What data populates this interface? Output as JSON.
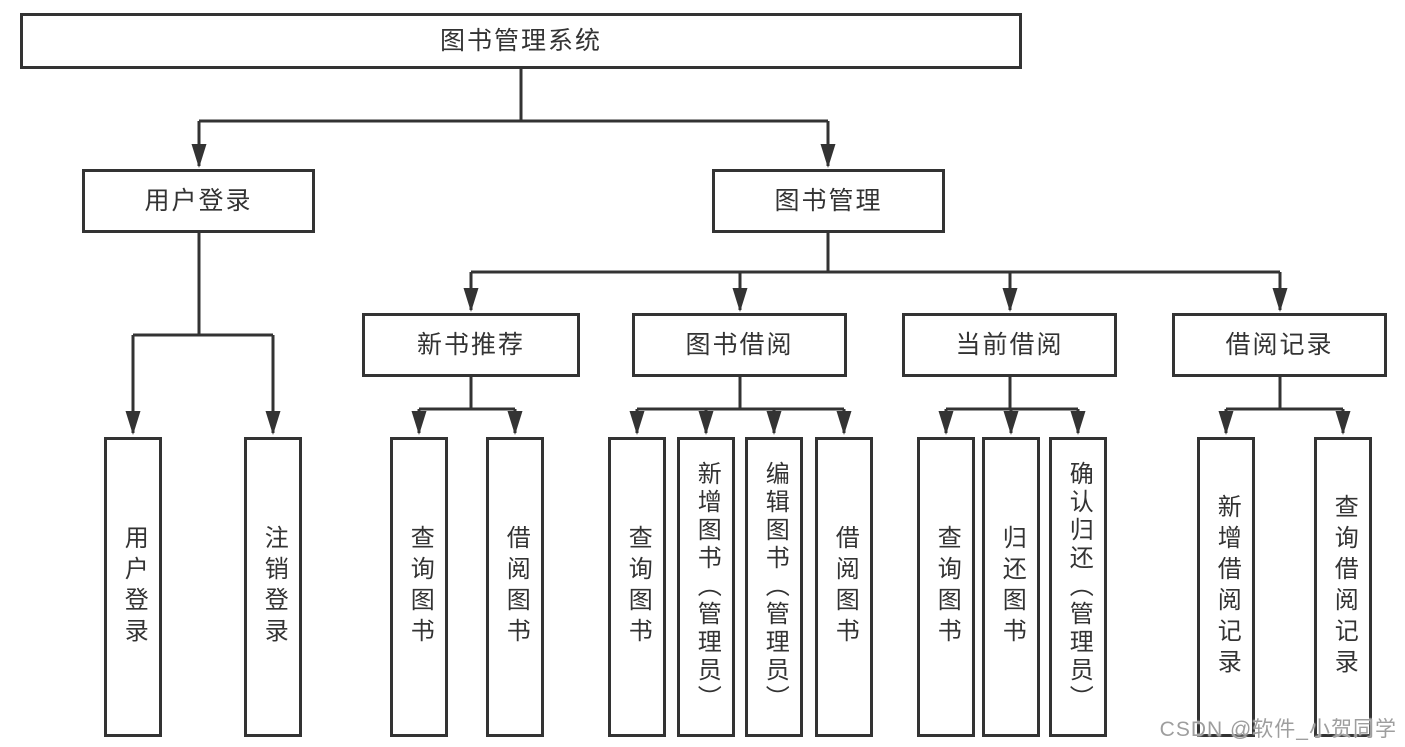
{
  "diagram": {
    "title": "图书管理系统",
    "level2": [
      {
        "label": "用户登录"
      },
      {
        "label": "图书管理"
      }
    ],
    "level3": [
      {
        "label": "新书推荐"
      },
      {
        "label": "图书借阅"
      },
      {
        "label": "当前借阅"
      },
      {
        "label": "借阅记录"
      }
    ],
    "leaves": [
      {
        "label": "用户登录"
      },
      {
        "label": "注销登录"
      },
      {
        "label": "查询图书"
      },
      {
        "label": "借阅图书"
      },
      {
        "label": "查询图书"
      },
      {
        "label": "新增图书（管理员）"
      },
      {
        "label": "编辑图书（管理员）"
      },
      {
        "label": "借阅图书"
      },
      {
        "label": "查询图书"
      },
      {
        "label": "归还图书"
      },
      {
        "label": "确认归还（管理员）"
      },
      {
        "label": "新增借阅记录"
      },
      {
        "label": "查询借阅记录"
      }
    ],
    "colors": {
      "line": "#333333",
      "text": "#333333",
      "background": "#ffffff"
    }
  },
  "watermark": {
    "text": "CSDN @软件_小贺同学",
    "color": "#9e9e9e"
  }
}
